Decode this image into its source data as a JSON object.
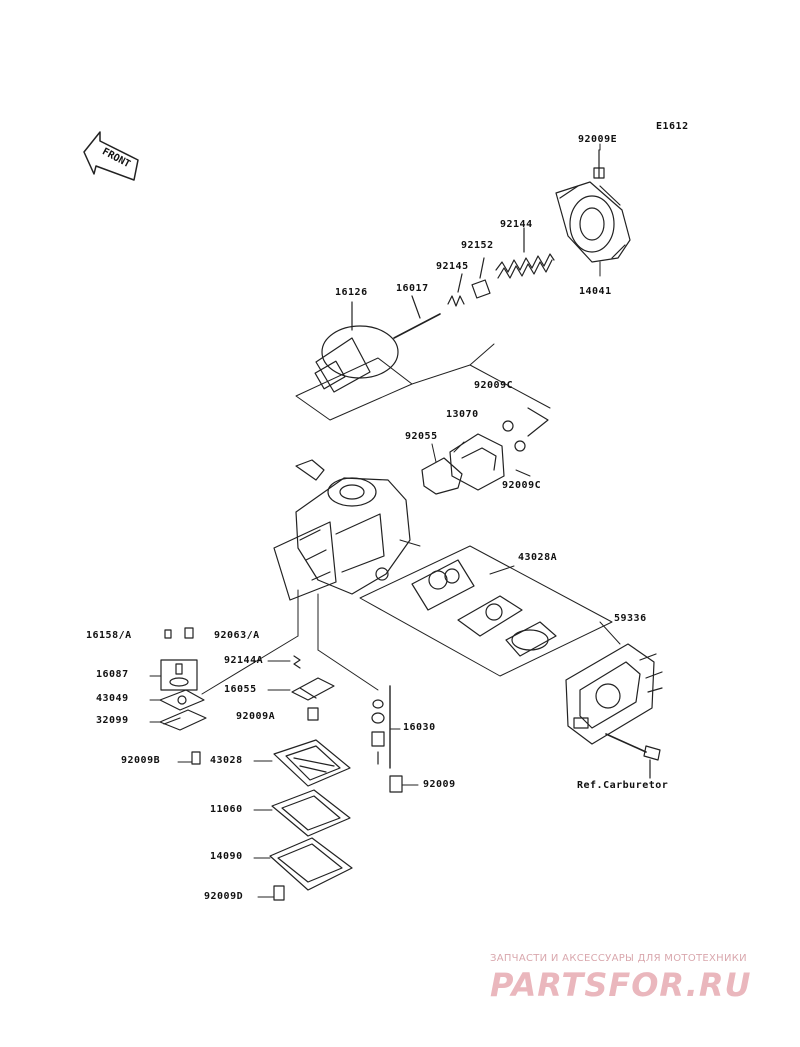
{
  "diagram_code": "E1612",
  "front_label": "FRONT",
  "part_labels": {
    "p92009E": "92009E",
    "p92144": "92144",
    "p92152": "92152",
    "p92145": "92145",
    "p16126": "16126",
    "p16017": "16017",
    "p14041": "14041",
    "p92009C_top": "92009C",
    "p13070": "13070",
    "p92055": "92055",
    "p92009C_bottom": "92009C",
    "p43028A": "43028A",
    "p59336": "59336",
    "p16158A": "16158/A",
    "p92063A": "92063/A",
    "p16087": "16087",
    "p92144A": "92144A",
    "p43049": "43049",
    "p16055": "16055",
    "p32099": "32099",
    "p92009A": "92009A",
    "p16030": "16030",
    "p92009B": "92009B",
    "p43028": "43028",
    "p92009": "92009",
    "p11060": "11060",
    "p14090": "14090",
    "p92009D": "92009D",
    "ref_carburetor": "Ref.Carburetor"
  },
  "watermark": {
    "tagline": "ЗАПЧАСТИ И АКСЕССУАРЫ ДЛЯ МОТОТЕХНИКИ",
    "logo": "PARTSFOR.RU"
  }
}
